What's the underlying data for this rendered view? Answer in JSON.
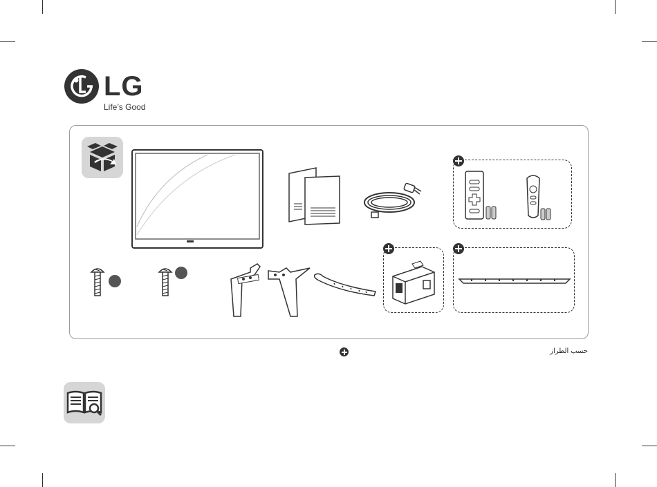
{
  "brand": {
    "logo_text": "LG",
    "slogan": "Life’s Good"
  },
  "footnote": {
    "optional_note": "حسب الطراز"
  },
  "icons": {
    "box": "open-box-icon",
    "manual": "manual-magnifier-icon",
    "optional": "plus-circle-icon"
  },
  "colors": {
    "ink": "#333333",
    "icon_bg": "#d6d6d6"
  }
}
